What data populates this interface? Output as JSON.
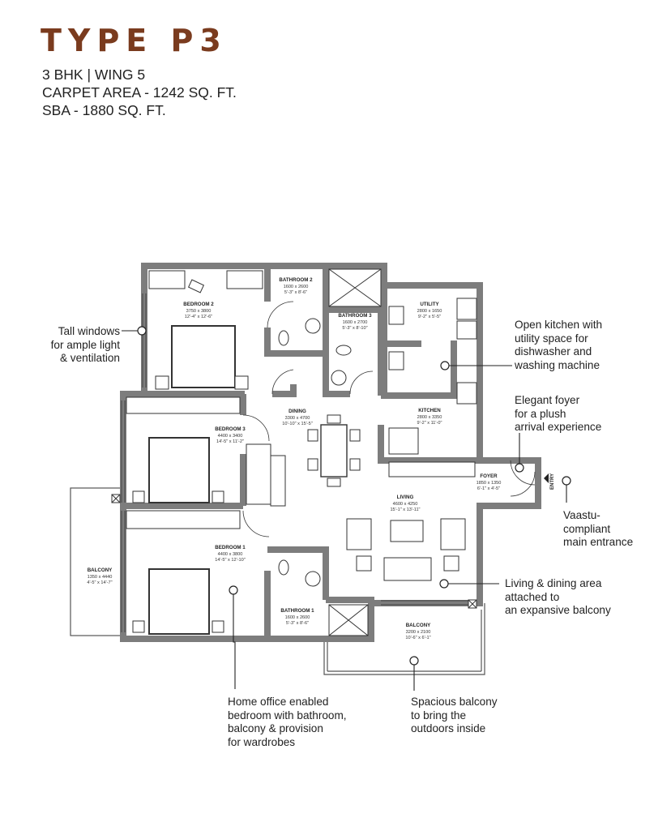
{
  "header": {
    "title": "TYPE P3",
    "lines": [
      "3 BHK | WING 5",
      "CARPET AREA - 1242 SQ. FT.",
      "SBA - 1880 SQ. FT."
    ]
  },
  "rooms": {
    "bedroom2": {
      "name": "BEDROOM 2",
      "dim_mm": "3750 x 3800",
      "dim_ft": "12'-4\" x 12'-6\""
    },
    "bathroom2": {
      "name": "BATHROOM 2",
      "dim_mm": "1600 x 2600",
      "dim_ft": "5'-3\" x 8'-6\""
    },
    "bathroom3": {
      "name": "BATHROOM 3",
      "dim_mm": "1600 x 2700",
      "dim_ft": "5'-3\" x 8'-10\""
    },
    "utility": {
      "name": "UTILITY",
      "dim_mm": "2800 x 1650",
      "dim_ft": "9'-2\" x 5'-5\""
    },
    "kitchen": {
      "name": "KITCHEN",
      "dim_mm": "2800 x 3350",
      "dim_ft": "9'-2\" x 11'-0\""
    },
    "dining": {
      "name": "DINING",
      "dim_mm": "3300 x 4700",
      "dim_ft": "10'-10\" x 15'-5\""
    },
    "bedroom3": {
      "name": "BEDROOM 3",
      "dim_mm": "4400 x 3400",
      "dim_ft": "14'-5\" x 11'-2\""
    },
    "foyer": {
      "name": "FOYER",
      "dim_mm": "1850 x 1350",
      "dim_ft": "6'-1\" x 4'-5\""
    },
    "living": {
      "name": "LIVING",
      "dim_mm": "4600 x 4250",
      "dim_ft": "15'-1\" x 13'-11\""
    },
    "bedroom1": {
      "name": "BEDROOM 1",
      "dim_mm": "4400 x 3800",
      "dim_ft": "14'-5\" x 12'-10\""
    },
    "balcony_left": {
      "name": "BALCONY",
      "dim_mm": "1350 x 4440",
      "dim_ft": "4'-5\" x 14'-7\""
    },
    "bathroom1": {
      "name": "BATHROOM 1",
      "dim_mm": "1600 x 2600",
      "dim_ft": "5'-3\" x 8'-6\""
    },
    "balcony_bottom": {
      "name": "BALCONY",
      "dim_mm": "3200 x 2100",
      "dim_ft": "10'-6\" x 6'-1\""
    }
  },
  "entry_label": "ENTRY",
  "callouts": {
    "windows": [
      "Tall windows",
      "for ample light",
      "& ventilation"
    ],
    "kitchen": [
      "Open kitchen with",
      "utility space for",
      "dishwasher and",
      "washing machine"
    ],
    "foyer": [
      "Elegant foyer",
      "for a plush",
      "arrival experience"
    ],
    "entrance": [
      "Vaastu-",
      "compliant",
      "main entrance"
    ],
    "living": [
      "Living & dining area",
      "attached to",
      "an expansive balcony"
    ],
    "office": [
      "Home office enabled",
      "bedroom with bathroom,",
      "balcony & provision",
      "for wardrobes"
    ],
    "balcony": [
      "Spacious balcony",
      "to bring the",
      "outdoors inside"
    ]
  },
  "colors": {
    "title": "#7a3b1e",
    "wall": "#7d7d7d",
    "line": "#222222"
  }
}
